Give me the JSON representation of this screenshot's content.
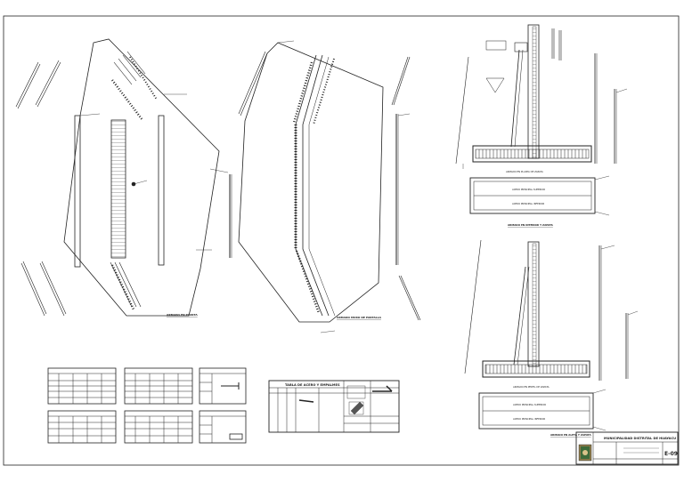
{
  "sheet": {
    "line_color": "#222222",
    "paper_color": "#ffffff"
  },
  "views": {
    "plan_left_title": "ARMADO EN PLANTA",
    "plan_mid_title": "ARMADO MURO DE PANTALLA",
    "section_top_title": "ARMADO EN PERFIL",
    "section_top_caption": "ARMADO EN PLANTA DE ZAPATA",
    "section_top_longbar_1": "ACERO PRINCIPAL SUPERIOR",
    "section_top_longbar_2": "ACERO PRINCIPAL INFERIOR",
    "section_top_footer": "ARMADO EN INTERIOR Y ZAPATA",
    "section_bottom_caption": "ARMADO EN PERFIL DE ZAPATA",
    "section_bottom_longbar_1": "ACERO PRINCIPAL SUPERIOR",
    "section_bottom_longbar_2": "ACERO PRINCIPAL INFERIOR",
    "section_bottom_footer": "ARMADO EN ALETA Y ZAPATA"
  },
  "tables": {
    "schedule_main_title": "TABLA DE ACERO Y EMPALMES"
  },
  "title_block": {
    "institution": "MUNICIPALIDAD DISTRITAL DE HUAYACU",
    "sheet_number": "E-09"
  },
  "icons": {
    "seal": "municipal-seal-icon"
  }
}
